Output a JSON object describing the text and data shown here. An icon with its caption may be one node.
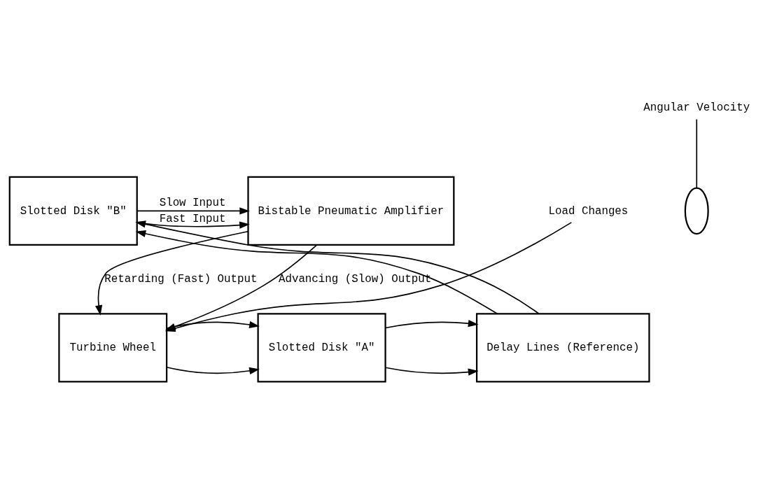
{
  "diagram": {
    "nodes": [
      {
        "text": [
          "Slotted Disk \"B\""
        ]
      },
      {
        "text": [
          "Bistable Pneumatic Amplifier"
        ]
      },
      {
        "text": [
          "Delay Lines (Reference)"
        ]
      },
      {
        "text": [
          "Slotted Disk \"A\""
        ]
      },
      {
        "text": [
          "Turbine Wheel"
        ]
      },
      {
        "text": [
          "Angular Velocity"
        ]
      },
      {
        "text": [],
        "shape": "oval"
      },
      {
        "text": [
          "Load Changes"
        ]
      }
    ],
    "edges": [
      {
        "from": 0,
        "to": 1,
        "arrow": "to",
        "label": "Slow Input"
      },
      {
        "from": 0,
        "to": 1,
        "arrow": "to",
        "label": "Fast Input"
      },
      {
        "from": 1,
        "to": 4,
        "arrow": "to",
        "label": "Retarding (Fast) Output"
      },
      {
        "from": 1,
        "to": 4,
        "arrow": "to",
        "label": "Advancing (Slow) Output"
      },
      {
        "from": 2,
        "to": 0,
        "arrow": "to"
      },
      {
        "from": 2,
        "to": 0,
        "arrow": "to"
      },
      {
        "from": 3,
        "to": 2,
        "arrow": "to"
      },
      {
        "from": 3,
        "to": 2,
        "arrow": "to"
      },
      {
        "from": 4,
        "to": 3,
        "arrow": "to"
      },
      {
        "from": 4,
        "to": 3,
        "arrow": "to"
      },
      {
        "from": 5,
        "to": 6,
        "arrow": "none"
      },
      {
        "from": 7,
        "to": 4,
        "arrow": "to"
      }
    ]
  }
}
